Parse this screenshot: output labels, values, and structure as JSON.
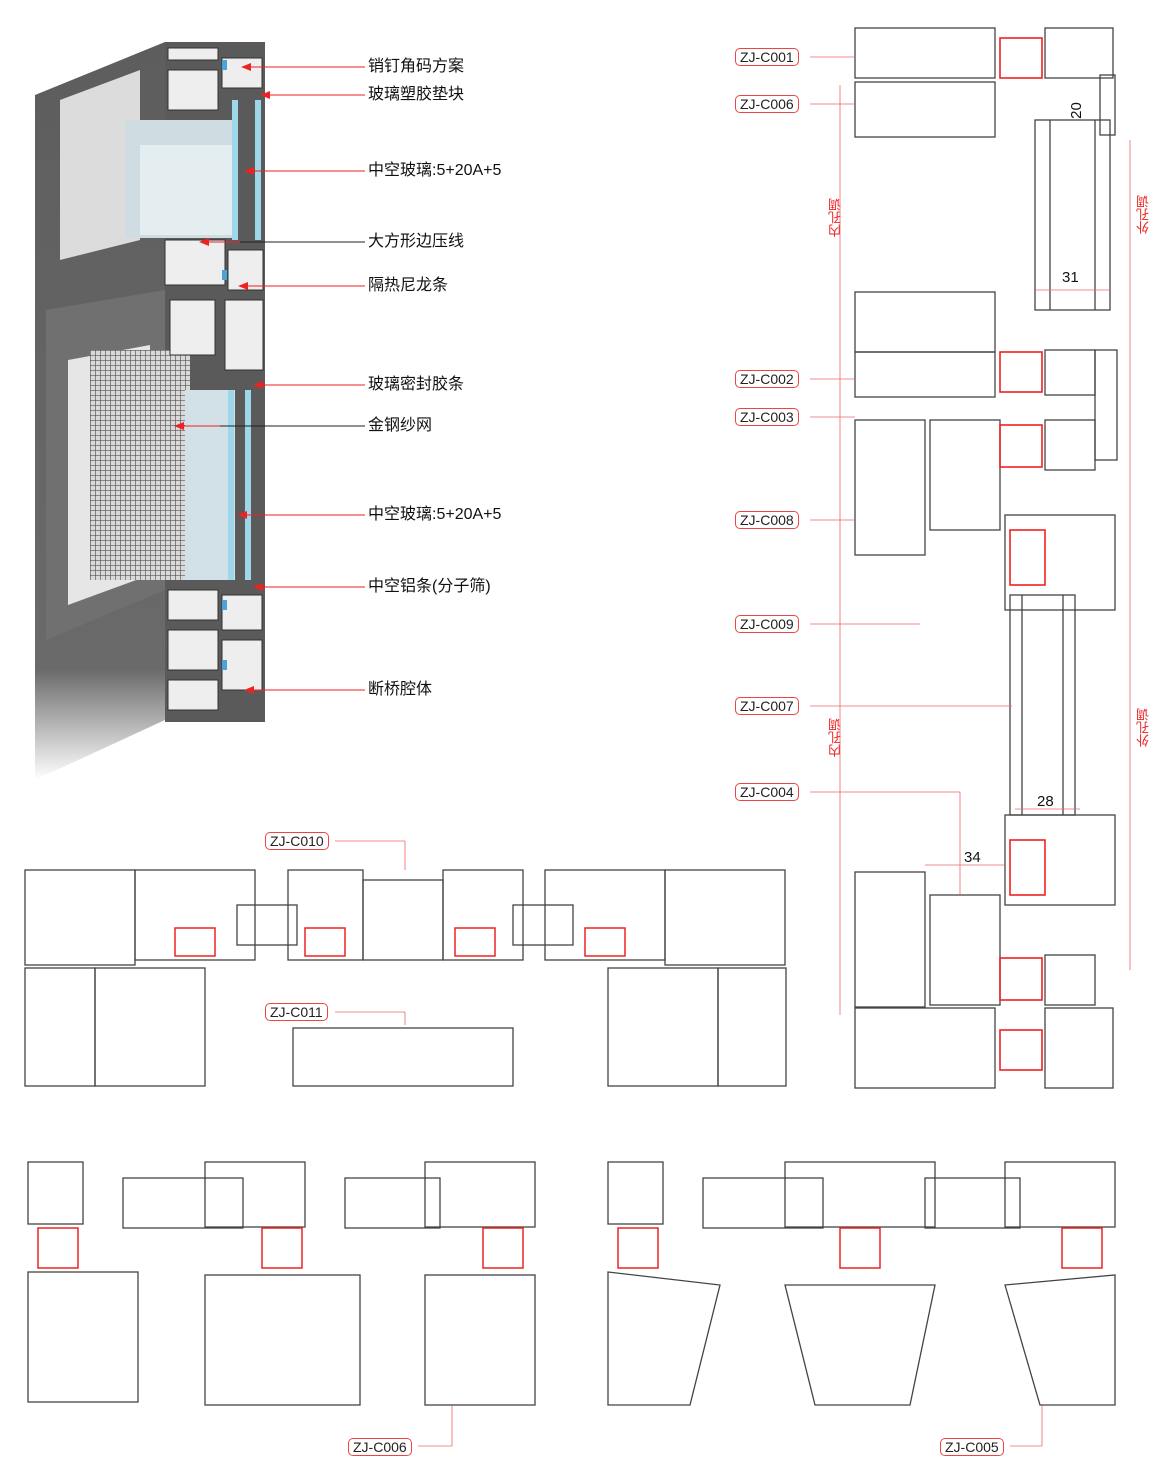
{
  "callouts": [
    "销钉角码方案",
    "玻璃塑胶垫块",
    "中空玻璃:5+20A+5",
    "大方形边压线",
    "隔热尼龙条",
    "玻璃密封胶条",
    "金钢纱网",
    "中空玻璃:5+20A+5",
    "中空铝条(分子筛)",
    "断桥腔体"
  ],
  "profile_codes": {
    "c001": "ZJ-C001",
    "c006_top": "ZJ-C006",
    "c002": "ZJ-C002",
    "c003": "ZJ-C003",
    "c008": "ZJ-C008",
    "c009": "ZJ-C009",
    "c007": "ZJ-C007",
    "c004": "ZJ-C004",
    "c010": "ZJ-C010",
    "c011": "ZJ-C011",
    "c006_bottom": "ZJ-C006",
    "c005": "ZJ-C005"
  },
  "dimensions": {
    "d20": "20",
    "d31": "31",
    "d28": "28",
    "d34": "34"
  },
  "side_labels": {
    "inner": "内孔调",
    "outer": "外孔调"
  },
  "colors": {
    "accent": "#e8262b",
    "profile": "#555555",
    "frame": "#6b6b6b"
  }
}
